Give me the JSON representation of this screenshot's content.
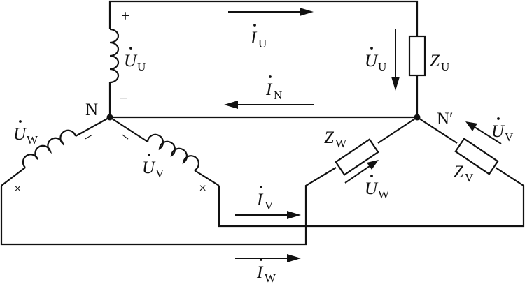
{
  "source_coils": {
    "U": {
      "symbol": "U",
      "subscript": "U",
      "plus_sign": "+",
      "minus_sign": "−"
    },
    "V": {
      "symbol": "U",
      "subscript": "V",
      "plus_sign": "+",
      "minus_sign": "−"
    },
    "W": {
      "symbol": "U",
      "subscript": "W",
      "plus_sign": "+",
      "minus_sign": "−"
    }
  },
  "nodes": {
    "source_neutral": "N",
    "load_neutral": "N′"
  },
  "loads": [
    {
      "symbol": "Z",
      "subscript": "U"
    },
    {
      "symbol": "Z",
      "subscript": "V"
    },
    {
      "symbol": "Z",
      "subscript": "W"
    }
  ],
  "load_voltages": [
    {
      "symbol": "U",
      "subscript": "U"
    },
    {
      "symbol": "U",
      "subscript": "V"
    },
    {
      "symbol": "U",
      "subscript": "W"
    }
  ],
  "currents": [
    {
      "symbol": "I",
      "subscript": "U"
    },
    {
      "symbol": "I",
      "subscript": "N"
    },
    {
      "symbol": "I",
      "subscript": "V"
    },
    {
      "symbol": "I",
      "subscript": "W"
    }
  ],
  "colors": {
    "line": "#111111",
    "background": "#ffffff"
  }
}
